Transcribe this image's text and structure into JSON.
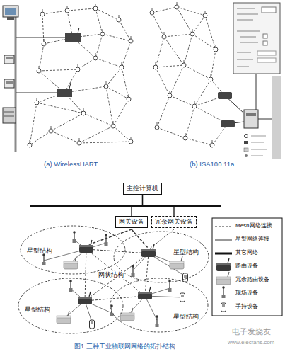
{
  "diagram": {
    "caption": "图1 三种工业物联网网络的拓扑结构",
    "nodes": [
      {
        "text": [
          "主控计算机"
        ]
      },
      {
        "text": [
          "网关设备"
        ]
      },
      {
        "text": [
          "冗余网关设备"
        ]
      },
      {
        "text": [
          "星型结构"
        ]
      },
      {
        "text": [
          "星型结构"
        ]
      },
      {
        "text": [
          "星型结构"
        ]
      },
      {
        "text": [
          "星型结构"
        ]
      }
    ],
    "edges": [
      {
        "from": 0,
        "to": 1,
        "arrow": "none"
      },
      {
        "from": 0,
        "to": 2,
        "arrow": "none"
      }
    ],
    "labels": [
      "(a) WirelessHART",
      "(b) ISA100.11a",
      "网状结构",
      "电子发烧友",
      "www.elecfans.com"
    ],
    "legend": [
      {
        "text": "Mesh网络连接"
      },
      {
        "text": "星型网络连接"
      },
      {
        "text": "其它网络"
      },
      {
        "text": "路由设备"
      },
      {
        "text": "冗余路由设备"
      },
      {
        "text": "现场设备"
      },
      {
        "text": "手持设备"
      }
    ]
  }
}
